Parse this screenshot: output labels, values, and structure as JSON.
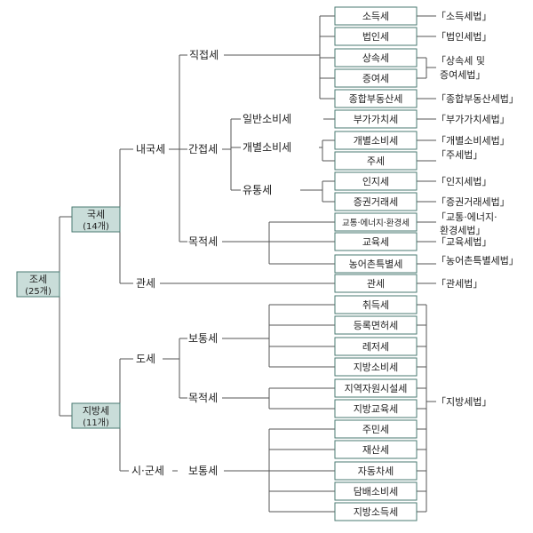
{
  "root": {
    "label": "조세",
    "count": "(25개)"
  },
  "national": {
    "label": "국세",
    "count": "(14개)"
  },
  "local": {
    "label": "지방세",
    "count": "(11개)"
  },
  "national_branches": {
    "internal": "내국세",
    "customs": "관세",
    "direct": "직접세",
    "indirect": "간접세",
    "purpose": "목적세",
    "general_consumption": "일반소비세",
    "individual_consumption": "개별소비세",
    "circulation": "유통세"
  },
  "local_branches": {
    "province": "도세",
    "province_ordinary": "보통세",
    "province_purpose": "목적세",
    "city": "시·군세",
    "city_ordinary": "보통세"
  },
  "taxes": [
    "소득세",
    "법인세",
    "상속세",
    "증여세",
    "종합부동산세",
    "부가가치세",
    "개별소비세",
    "주세",
    "인지세",
    "증권거래세",
    "교통·에너지·환경세",
    "교육세",
    "농어촌특별세",
    "관세",
    "취득세",
    "등록면허세",
    "레저세",
    "지방소비세",
    "지역자원시설세",
    "지방교육세",
    "주민세",
    "재산세",
    "자동차세",
    "담배소비세",
    "지방소득세"
  ],
  "laws": {
    "income": "「소득세법」",
    "corporate": "「법인세법」",
    "inheritance_1": "「상속세 및",
    "inheritance_2": "증여세법」",
    "comprehensive_real_estate": "「종합부동산세법」",
    "vat": "「부가가치세법」",
    "individual_consumption": "「개별소비세법」",
    "liquor": "「주세법」",
    "stamp": "「인지세법」",
    "securities": "「증권거래세법」",
    "transport_1": "「교통·에너지·",
    "transport_2": "환경세법」",
    "education": "「교육세법」",
    "rural": "「농어촌특별세법」",
    "customs": "「관세법」",
    "local": "「지방세법」"
  },
  "colors": {
    "box_fill": "#c9ddd9",
    "box_stroke": "#4a7a72",
    "line": "#555555"
  }
}
